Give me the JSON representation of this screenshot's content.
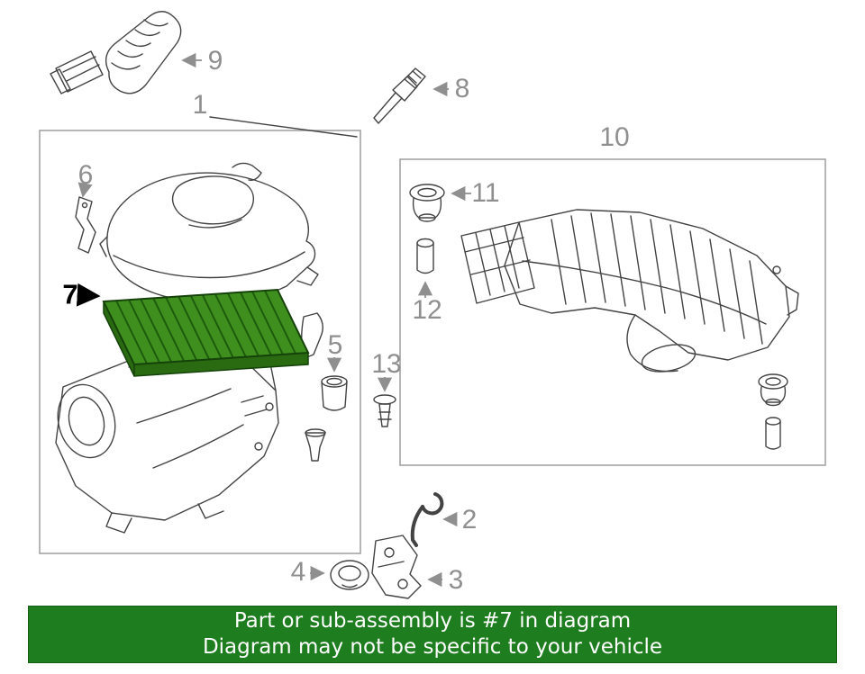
{
  "diagram": {
    "highlighted_part": "7",
    "callouts": [
      {
        "text": "1"
      },
      {
        "text": "2"
      },
      {
        "text": "3"
      },
      {
        "text": "4"
      },
      {
        "text": "5"
      },
      {
        "text": "6"
      },
      {
        "text": "7"
      },
      {
        "text": "8"
      },
      {
        "text": "9"
      },
      {
        "text": "10"
      },
      {
        "text": "11"
      },
      {
        "text": "12"
      },
      {
        "text": "13"
      }
    ]
  },
  "banner": {
    "line1": "Part or sub-assembly is #7 in diagram",
    "line2": "Diagram may not be specific to your vehicle"
  },
  "colors": {
    "banner_bg": "#1e7d1e",
    "banner_text": "#ffffff",
    "highlight_fill": "#3f8f1f",
    "highlight_side": "#2a6b12",
    "highlight_edge": "#15420a",
    "highlight_hatch": "#1c5a0c",
    "line_art": "#434343",
    "callout_gray": "#8f8f8f",
    "callout_black": "#000000",
    "box_border": "#a3a3a3"
  }
}
